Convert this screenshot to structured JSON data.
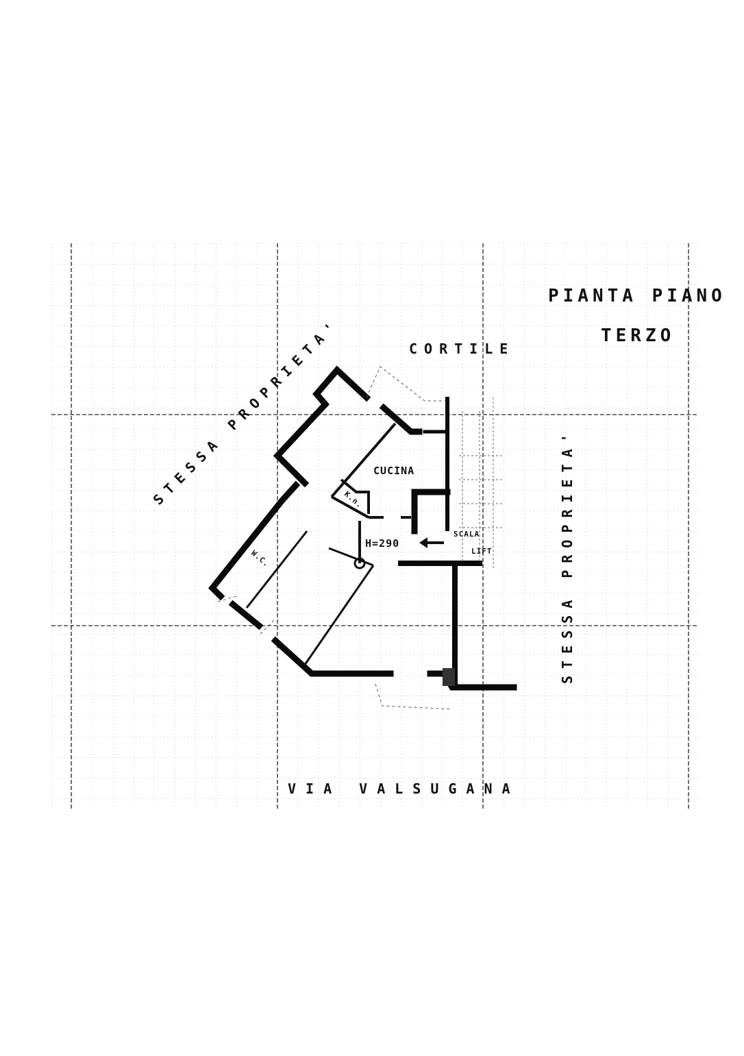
{
  "drawing": {
    "title_line1": "PIANTA PIANO",
    "title_line2": "TERZO",
    "floor_height": "H=290",
    "colors": {
      "paper": "#ffffff",
      "grid_major": "#555555",
      "grid_minor": "#bbbbbb",
      "walls": "#0a0a0a"
    }
  },
  "surroundings": {
    "north": "CORTILE",
    "northwest": "STESSA PROPRIETA'",
    "east": "STESSA PROPRIETA'",
    "south": "VIA VALSUGANA"
  },
  "rooms": {
    "kitchen": "CUCINA",
    "kitchenette": "K.n.",
    "bathroom": "W.C.",
    "stairs": "SCALA",
    "landing": "LIFT"
  }
}
